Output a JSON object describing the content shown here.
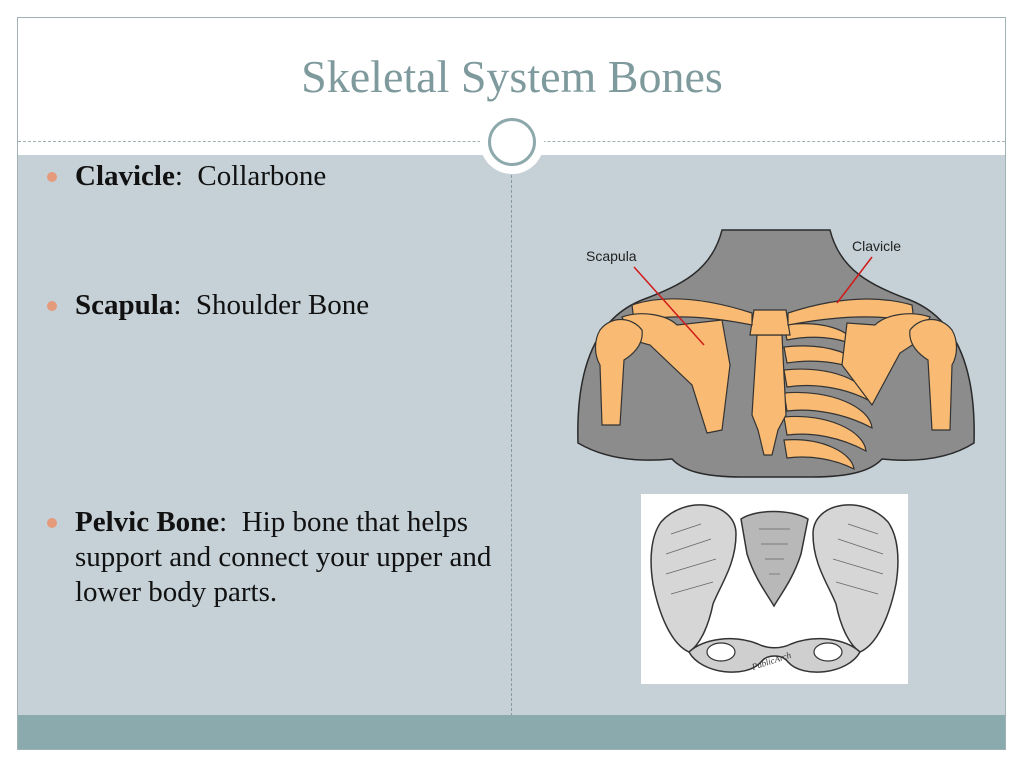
{
  "slide": {
    "title": "Skeletal System Bones",
    "bullets": [
      {
        "term": "Clavicle",
        "sep": ":  ",
        "text": "Collarbone"
      },
      {
        "term": "Scapula",
        "sep": ":  ",
        "text": "Shoulder Bone"
      },
      {
        "term": "Pelvic Bone",
        "sep": ":  ",
        "text": "Hip bone that helps support and connect your upper and lower body parts."
      }
    ]
  },
  "diagram": {
    "label_scapula": "Scapula",
    "label_clavicle": "Clavicle"
  },
  "pelvis_image": {
    "watermark": "PublicArch"
  },
  "colors": {
    "title": "#7f9a9d",
    "content_bg": "#c5d1d7",
    "footer": "#8aaaad",
    "bullet": "#e59a7c",
    "bone": "#f9bb73",
    "body": "#8c8c8c"
  }
}
